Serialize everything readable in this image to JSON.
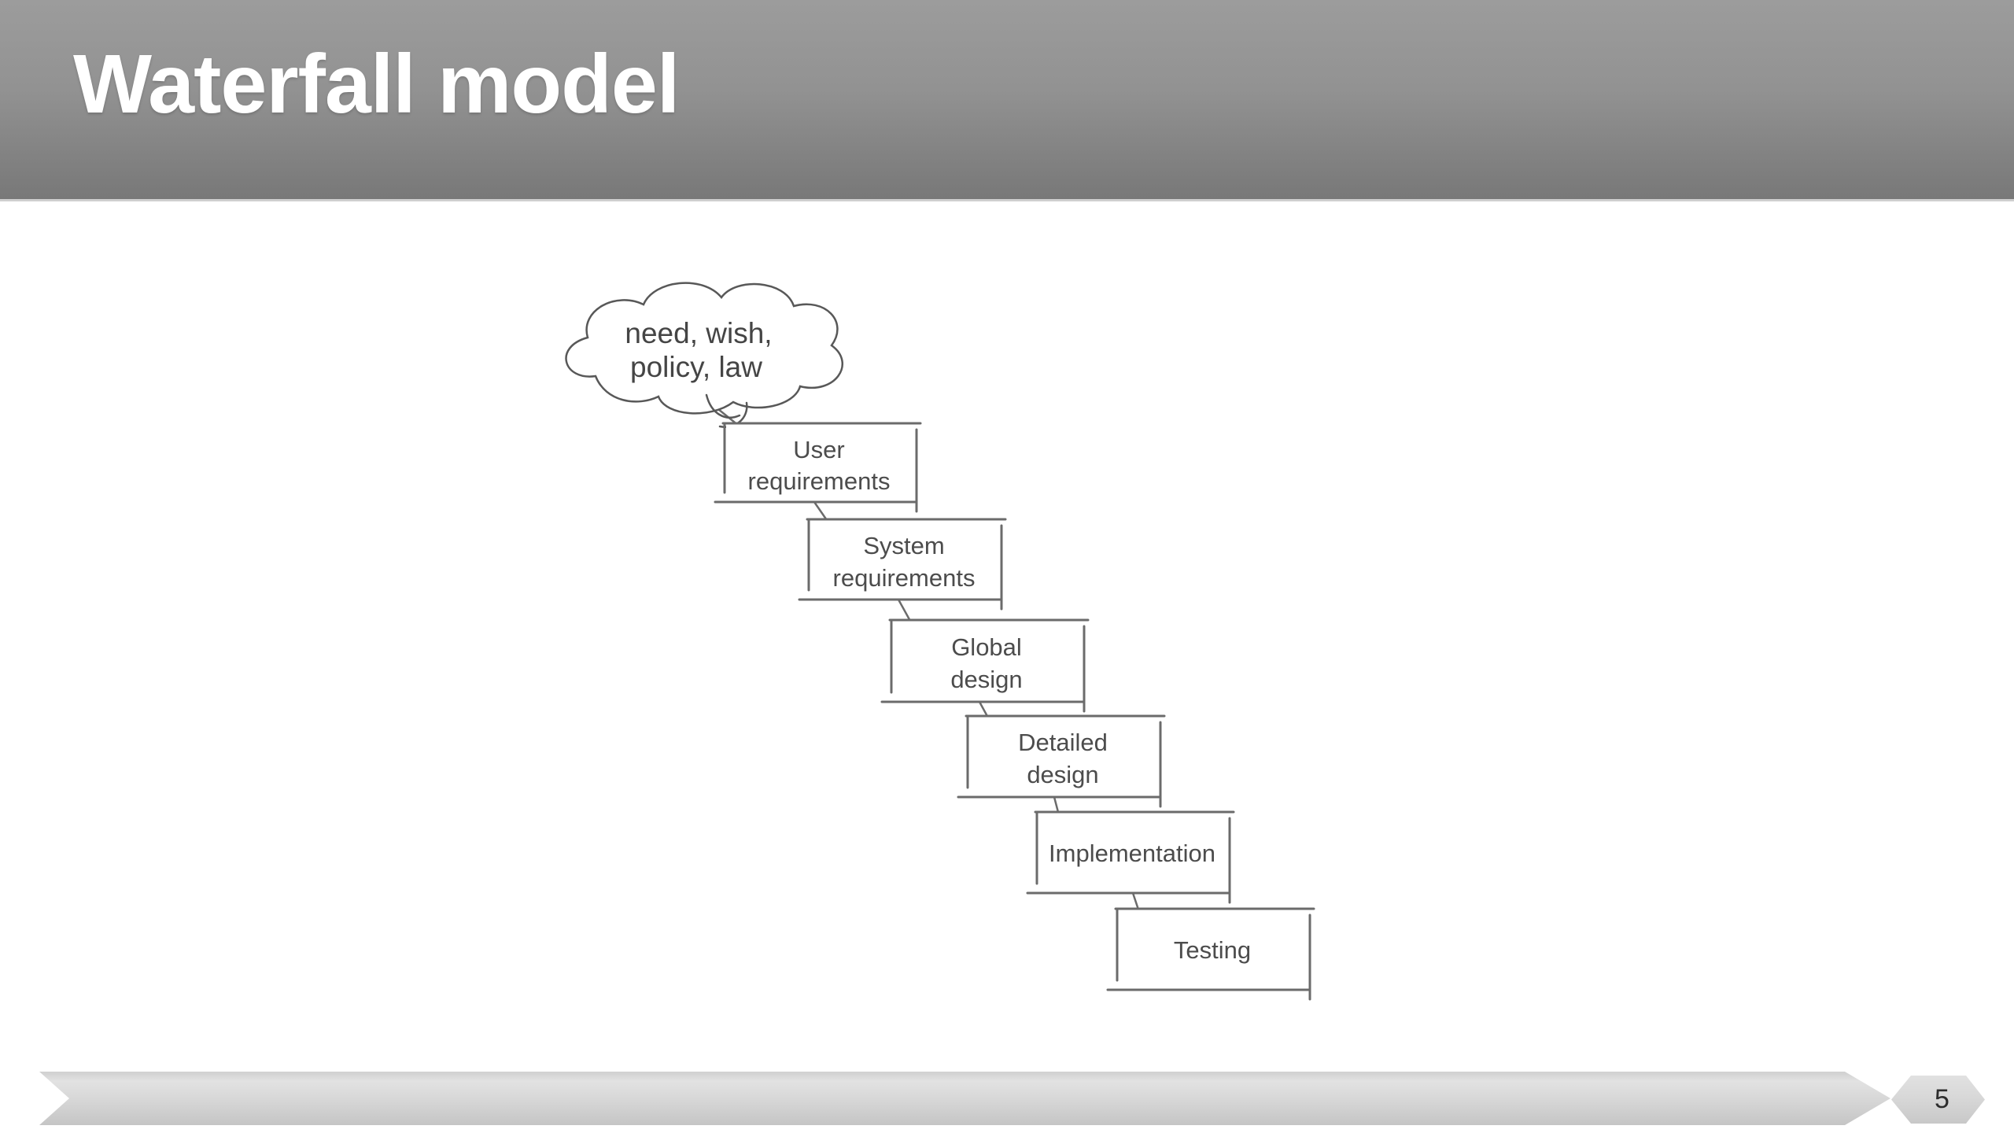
{
  "slide": {
    "title": "Waterfall model",
    "page_number": "5"
  },
  "cloud": {
    "line1": "need, wish,",
    "line2": "policy, law"
  },
  "boxes": [
    {
      "name": "user-requirements",
      "lines": [
        "User",
        "requirements"
      ]
    },
    {
      "name": "system-requirements",
      "lines": [
        "System",
        "requirements"
      ]
    },
    {
      "name": "global-design",
      "lines": [
        "Global",
        "design"
      ]
    },
    {
      "name": "detailed-design",
      "lines": [
        "Detailed",
        "design"
      ]
    },
    {
      "name": "implementation",
      "lines": [
        "Implementation"
      ]
    },
    {
      "name": "testing",
      "lines": [
        "Testing"
      ]
    }
  ],
  "colors": {
    "header_gradient_top": "#9c9c9c",
    "header_gradient_bottom": "#787878",
    "title_text": "#ffffff",
    "box_border": "#6b6b6b",
    "box_text": "#4c4c4c",
    "cloud_outline": "#585858",
    "footer_bar": "#d6d6d6",
    "page_number_text": "#2d2d2d"
  }
}
